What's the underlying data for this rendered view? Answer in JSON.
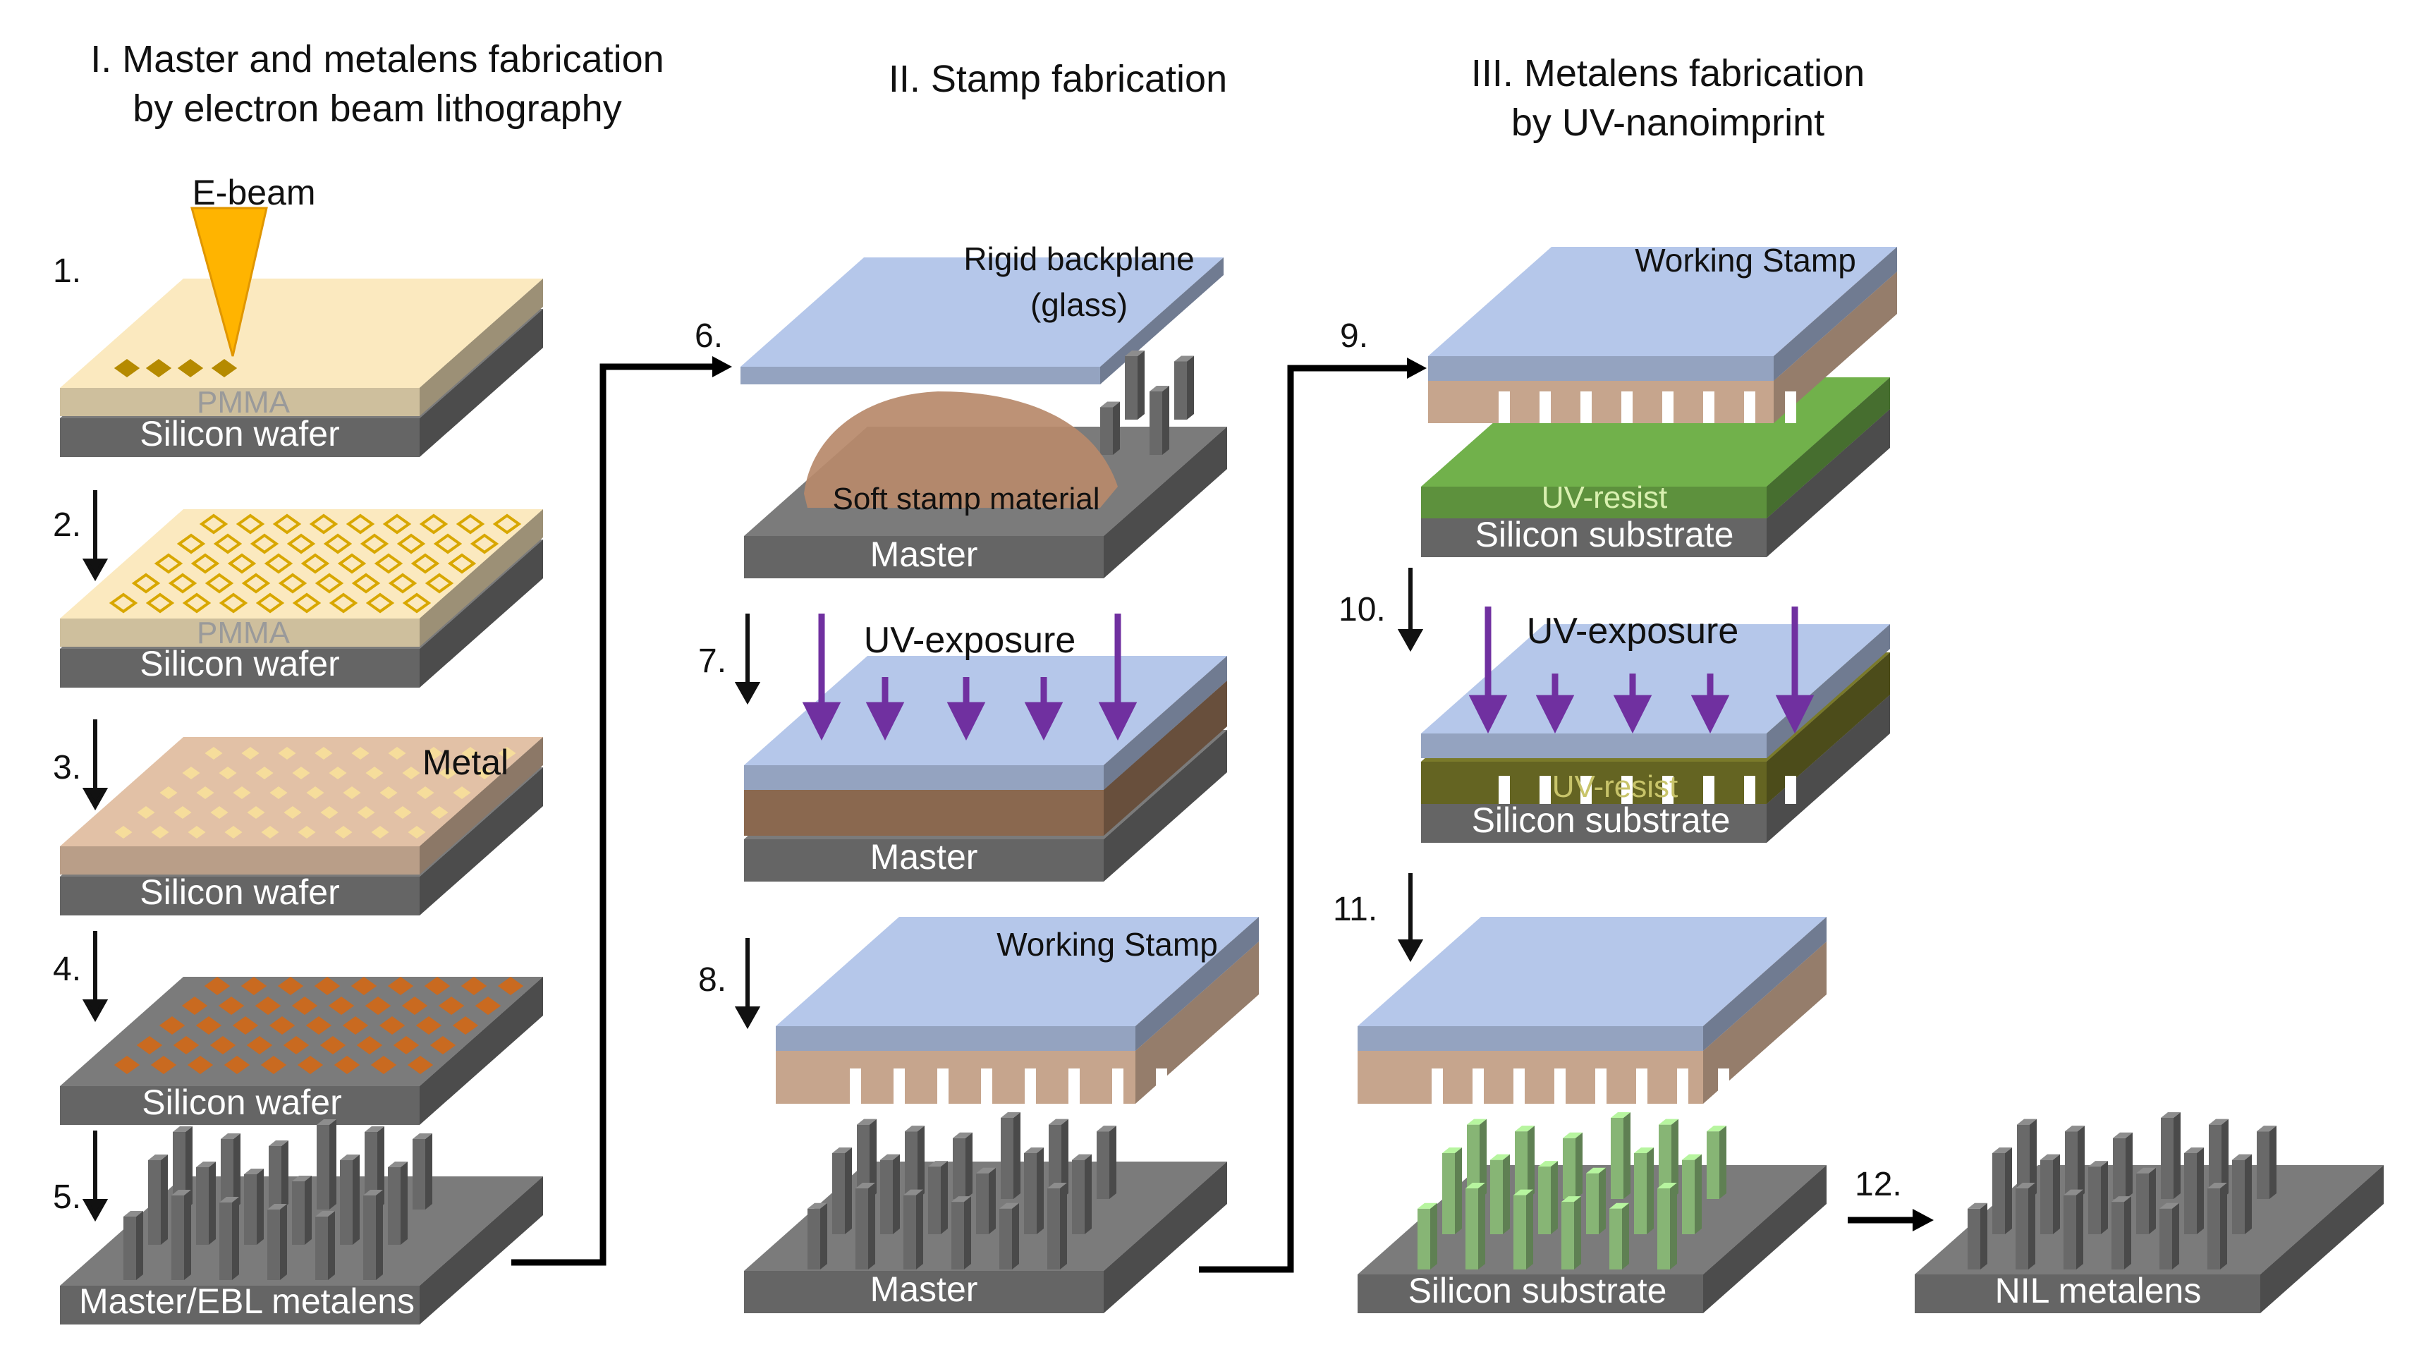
{
  "headers": {
    "col1": [
      "I. Master and metalens fabrication",
      "by electron beam lithography"
    ],
    "col2": "II. Stamp fabrication",
    "col3": [
      "III. Metalens fabrication",
      "by UV-nanoimprint"
    ]
  },
  "steps": [
    "1.",
    "2.",
    "3.",
    "4.",
    "5.",
    "6.",
    "7.",
    "8.",
    "9.",
    "10.",
    "11.",
    "12."
  ],
  "labels": {
    "ebeam": "E-beam",
    "pmma": "PMMA",
    "silicon_wafer": "Silicon wafer",
    "metal": "Metal",
    "master_ebl": "Master/EBL metalens",
    "rigid_backplane": [
      "Rigid backplane",
      "(glass)"
    ],
    "soft_stamp": "Soft stamp material",
    "master": "Master",
    "uv_exposure": "UV-exposure",
    "working_stamp": "Working Stamp",
    "uv_resist": "UV-resist",
    "silicon_substrate": "Silicon substrate",
    "nil_metalens": "NIL metalens"
  },
  "colors": {
    "silicon": "#7b7b7b",
    "pmma": "#fbe9bf",
    "metal": "#e2c1a6",
    "glass": "#b5c7ea",
    "stamp": "#f1c9ac",
    "resist": "#71b14b",
    "resist_cured": "#7a7a2a",
    "uv": "#7030a0",
    "ebeam": "#ffb400",
    "dots": "#b58a00",
    "metal_dots": "#c96a20"
  }
}
